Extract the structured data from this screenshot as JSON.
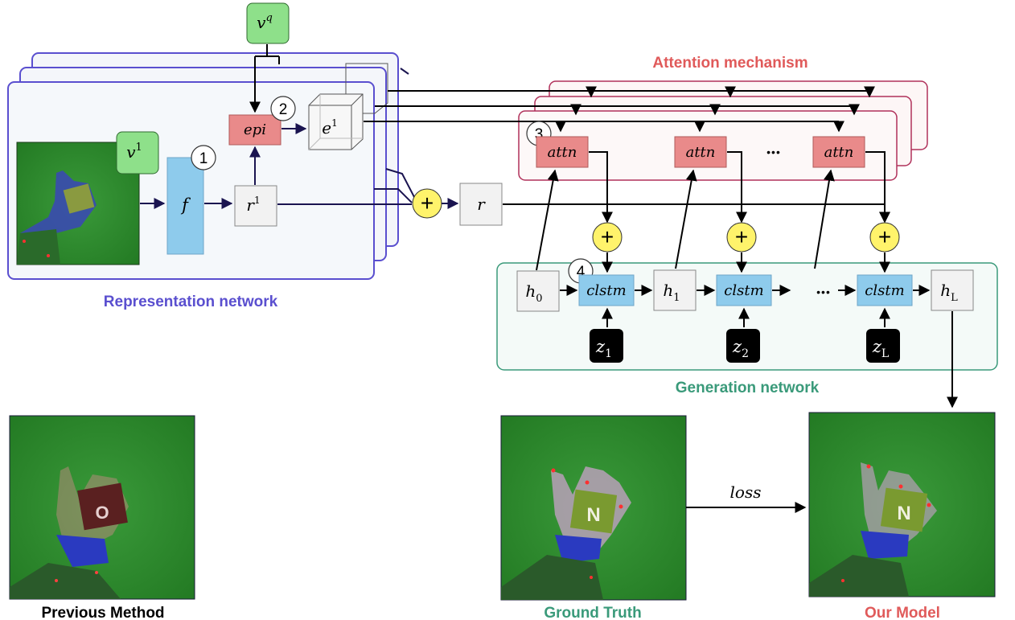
{
  "sections": {
    "representation": "Representation network",
    "attention": "Attention mechanism",
    "generation": "Generation network"
  },
  "nodes": {
    "vq_base": "v",
    "vq_sup": "q",
    "v1_base": "v",
    "v1_sup": "1",
    "f": "f",
    "r1_base": "r",
    "r1_sup": "1",
    "epi": "epi",
    "e1_base": "e",
    "e1_sup": "1",
    "r": "r",
    "attn": "attn",
    "clstm": "clstm",
    "h0_base": "h",
    "h0_sub": "0",
    "h1_base": "h",
    "h1_sub": "1",
    "hL_base": "h",
    "hL_sub": "L",
    "z1_base": "z",
    "z1_sub": "1",
    "z2_base": "z",
    "z2_sub": "2",
    "zL_base": "z",
    "zL_sub": "L",
    "ellipsis": "•••",
    "plus": "+",
    "loss": "loss"
  },
  "steps": [
    "1",
    "2",
    "3",
    "4"
  ],
  "captions": {
    "previous": "Previous Method",
    "ground_truth": "Ground Truth",
    "our_model": "Our Model"
  },
  "colors": {
    "representation": "#5a4fcf",
    "attention": "#e05a5a",
    "generation": "#3a9a7a",
    "previous": "#000000",
    "block_blue": "#8ecbec",
    "block_red": "#e98a8a",
    "block_green": "#8ee08a",
    "block_gray": "#f2f2f2",
    "plus_yellow": "#fff36b",
    "image_green": "#2f8a2f"
  }
}
